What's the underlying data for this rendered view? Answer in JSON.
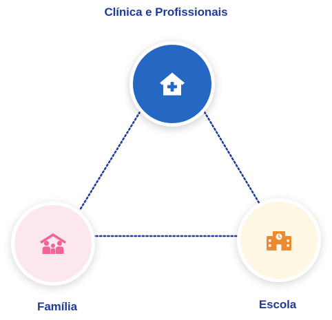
{
  "nodes": {
    "clinic": {
      "label": "Clínica e Profissionais",
      "icon": "house-medical-icon",
      "color": "#2468c4"
    },
    "family": {
      "label": "Família",
      "icon": "family-home-icon",
      "color": "#f0649a"
    },
    "school": {
      "label": "Escola",
      "icon": "school-building-icon",
      "color": "#ee8a2e"
    }
  },
  "colors": {
    "label_text": "#1f3c9a",
    "connector": "#1f3c9a"
  }
}
